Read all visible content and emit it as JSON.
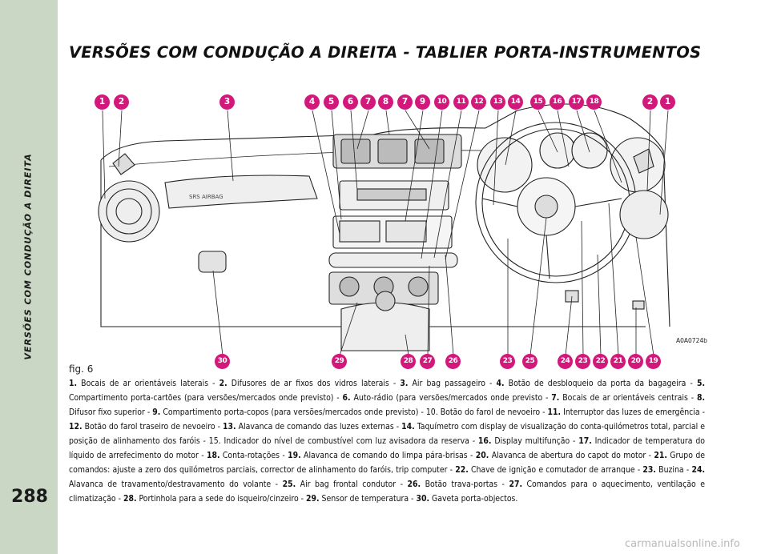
{
  "side_title": "VERSÕES COM CONDUÇÃO A DIREITA",
  "page_number": "288",
  "heading": "VERSÕES COM CONDUÇÃO A DIREITA - TABLIER PORTA-INSTRUMENTOS",
  "figure": {
    "ref_code": "A0A0724b",
    "fig_label": "fig. 6",
    "airbag_text": "SRS AIRBAG",
    "top_callouts": [
      "1",
      "2",
      "3",
      "4",
      "5",
      "6",
      "7",
      "8",
      "7",
      "9",
      "10",
      "11",
      "12",
      "13",
      "14",
      "15",
      "16",
      "17",
      "18",
      "2",
      "1"
    ],
    "bottom_callouts": [
      "30",
      "29",
      "28",
      "27",
      "26",
      "23",
      "25",
      "24",
      "23",
      "22",
      "21",
      "20",
      "19"
    ]
  },
  "legend": {
    "items": [
      {
        "num": "1.",
        "text": " Bocais de ar orientáveis laterais - "
      },
      {
        "num": "2.",
        "text": " Difusores de ar fixos dos vidros laterais - "
      },
      {
        "num": "3.",
        "text": " Air bag passageiro - "
      },
      {
        "num": "4.",
        "text": " Botão de desbloqueio da porta da bagageira - "
      },
      {
        "num": "5.",
        "text": " Compartimento porta-cartões (para versões/mercados onde previsto) - "
      },
      {
        "num": "6.",
        "text": " Auto-rádio (para versões/mercados onde previsto - "
      },
      {
        "num": "7.",
        "text": " Bocais de ar orientáveis centrais - "
      },
      {
        "num": "8.",
        "text": " Difusor fixo superior - "
      },
      {
        "num": "9.",
        "text": " Compartimento porta-copos (para versões/mercados onde previsto) - 10. Botão do farol de nevoeiro - "
      },
      {
        "num": "11.",
        "text": " Interruptor das luzes de emergência - "
      },
      {
        "num": "12.",
        "text": " Botão do farol traseiro de nevoeiro - "
      },
      {
        "num": "13.",
        "text": " Alavanca de comando das luzes externas - "
      },
      {
        "num": "14.",
        "text": " Taquímetro com display de visualização do conta-quilómetros total, parcial e posição de alinhamento dos faróis - 15. Indicador do nível de combustível com luz avisadora da reserva - "
      },
      {
        "num": "16.",
        "text": " Display multifunção - "
      },
      {
        "num": "17.",
        "text": " Indicador de temperatura do líquido de arrefecimento do motor - "
      },
      {
        "num": "18.",
        "text": " Conta-rotações - "
      },
      {
        "num": "19.",
        "text": " Alavanca de comando do limpa pára-brisas - "
      },
      {
        "num": "20.",
        "text": " Alavanca de abertura do capot do motor - "
      },
      {
        "num": "21.",
        "text": " Grupo de comandos: ajuste a zero dos quilómetros parciais, corrector de alinhamento do faróis, trip computer - "
      },
      {
        "num": "22.",
        "text": " Chave de ignição e comutador de arranque - "
      },
      {
        "num": "23.",
        "text": " Buzina - "
      },
      {
        "num": "24.",
        "text": " Alavanca de travamento/destravamento do volante - "
      },
      {
        "num": "25.",
        "text": " Air bag frontal condutor - "
      },
      {
        "num": "26.",
        "text": " Botão trava-portas - "
      },
      {
        "num": "27.",
        "text": " Comandos para o aquecimento, ventilação e climatização - "
      },
      {
        "num": "28.",
        "text": " Portinhola para a sede do isqueiro/cinzeiro - "
      },
      {
        "num": "29.",
        "text": " Sensor de temperatura - "
      },
      {
        "num": "30.",
        "text": " Gaveta porta-objectos."
      }
    ]
  },
  "watermark": "carmanualsonline.info",
  "colors": {
    "accent": "#d2187a",
    "side_bar": "#c9d7c4"
  }
}
